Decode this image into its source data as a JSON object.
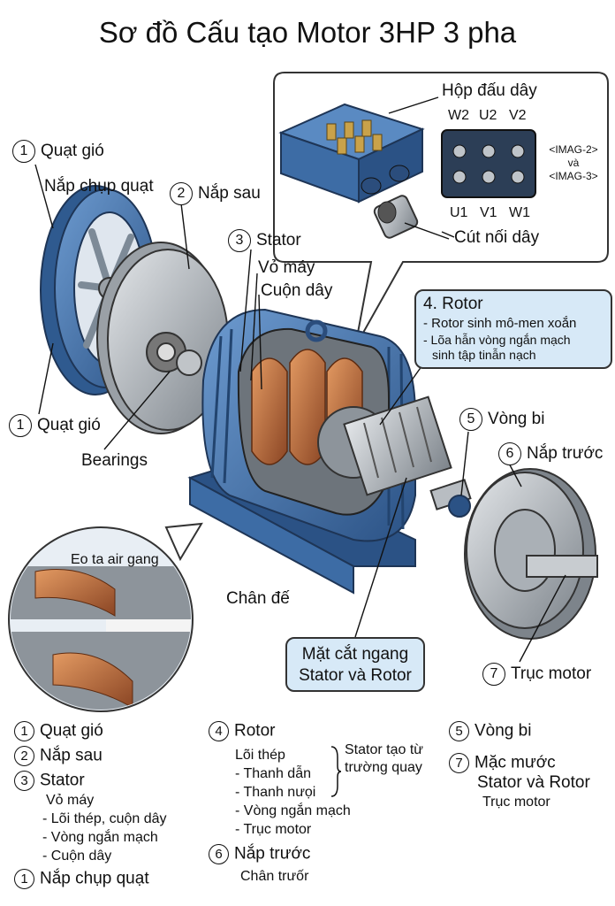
{
  "title": "Sơ đồ Cấu tạo Motor 3HP 3 pha",
  "diagram_labels": {
    "quat_gio_top": {
      "num": "1",
      "text": "Quạt gió"
    },
    "nap_chup_quat": "Nắp chụp quạt",
    "nap_sau": {
      "num": "2",
      "text": "Nắp sau"
    },
    "stator": {
      "num": "3",
      "text": "Stator"
    },
    "vo_may": "Vỏ máy",
    "cuon_day": "Cuộn dây",
    "quat_gio_bottom": {
      "num": "1",
      "text": "Quạt gió"
    },
    "bearings": "Bearings",
    "chan_de": "Chân đế",
    "vong_bi": {
      "num": "5",
      "text": "Vòng bi"
    },
    "nap_truoc": {
      "num": "6",
      "text": "Nắp trước"
    },
    "truc_motor": {
      "num": "7",
      "text": "Trục motor"
    },
    "eo_ta_air_gang": "Eo ta air gang"
  },
  "terminal_box": {
    "title": "Hộp đấu dây",
    "top_terminals": [
      "W2",
      "U2",
      "V2"
    ],
    "bottom_terminals": [
      "U1",
      "V1",
      "W1"
    ],
    "ref_note": [
      "<IMAG-2>",
      "và",
      "<IMAG-3>"
    ],
    "cut_noi_day": "Cút nối dây"
  },
  "rotor_box": {
    "heading": "4. Rotor",
    "lines": [
      "- Rotor sinh mô-men xoắn",
      "- Lõa hẫn vòng ngắn mạch",
      "sinh tập tinẫn nạch"
    ]
  },
  "section_box": [
    "Mặt cắt ngang",
    "Stator và Rotor"
  ],
  "legend": {
    "col1": [
      {
        "num": "1",
        "text": "Quạt gió"
      },
      {
        "num": "2",
        "text": "Nắp sau"
      },
      {
        "num": "3",
        "text": "Stator",
        "subs": [
          "Vỏ máy",
          "- Lõi thép, cuộn dây",
          "- Vòng ngắn mạch",
          "- Cuộn dây"
        ]
      },
      {
        "num": "1",
        "text": "Nắp chụp quạt"
      }
    ],
    "col2": [
      {
        "num": "4",
        "text": "Rotor",
        "subs": [
          "Lõi thép",
          "- Thanh dẫn",
          "- Thanh nưọi",
          "- Vòng ngắn mạch",
          "- Trục motor"
        ]
      },
      {
        "num": "6",
        "text": "Nắp trước",
        "subs": [
          "Chân trưốr"
        ]
      }
    ],
    "brace_note": [
      "Stator tạo từ",
      "trường quay"
    ],
    "col3": [
      {
        "num": "5",
        "text": "Vòng bi"
      },
      {
        "num": "7",
        "text": "Mặc mước",
        "subs": [
          "Stator và Rotor",
          "Trục motor"
        ]
      }
    ]
  },
  "colors": {
    "motor_blue": "#3f6ea8",
    "dark_blue": "#26466f",
    "copper": "#b8663a",
    "steel": "#9aa0a6",
    "callout_fill": "#d7e9f7"
  }
}
